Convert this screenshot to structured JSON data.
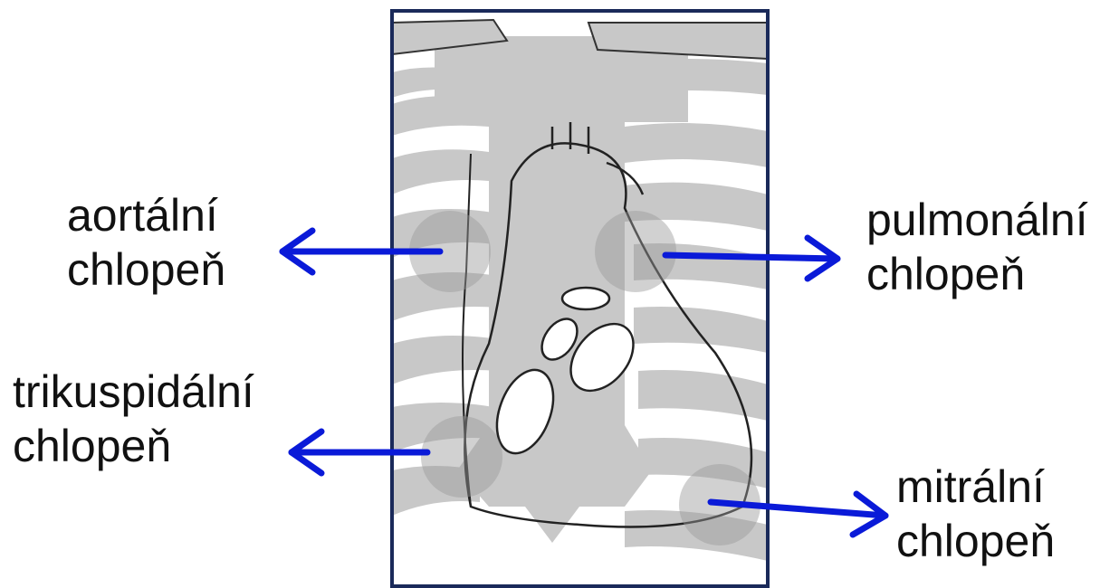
{
  "diagram": {
    "colors": {
      "bone": "#c8c8c8",
      "frame": "#1a2a5a",
      "arrow": "#0a1ad8",
      "spot": "#9a9a9a",
      "line": "#222222"
    },
    "labels": {
      "aortic": {
        "line1": "aortální",
        "line2": "chlopeň"
      },
      "pulmonary": {
        "line1": "pulmonální",
        "line2": "chlopeň"
      },
      "tricuspid": {
        "line1": "trikuspidální",
        "line2": "chlopeň"
      },
      "mitral": {
        "line1": "mitrální",
        "line2": "chlopeň"
      }
    }
  }
}
